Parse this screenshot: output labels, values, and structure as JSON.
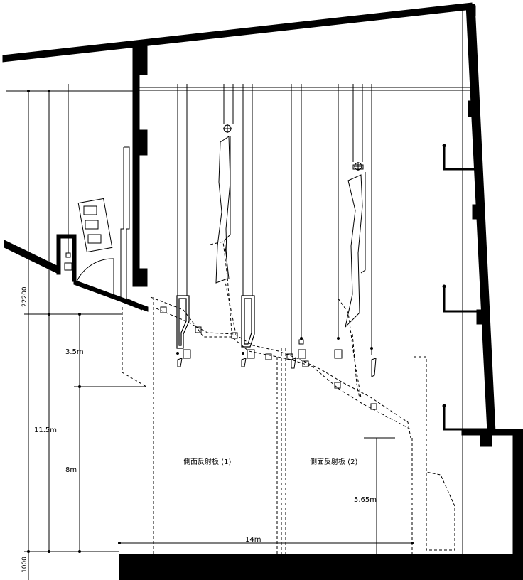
{
  "diagram": {
    "labels": {
      "total_height": "22200",
      "base_height": "1000",
      "height_11_5": "11.5m",
      "height_3_5": "3.5m",
      "height_8": "8m",
      "height_5_65": "5.65m",
      "width_14": "14m",
      "panel_1": "側面反射板 (1)",
      "panel_2": "側面反射板 (2)"
    },
    "colors": {
      "line": "#000000",
      "background": "#ffffff"
    }
  }
}
